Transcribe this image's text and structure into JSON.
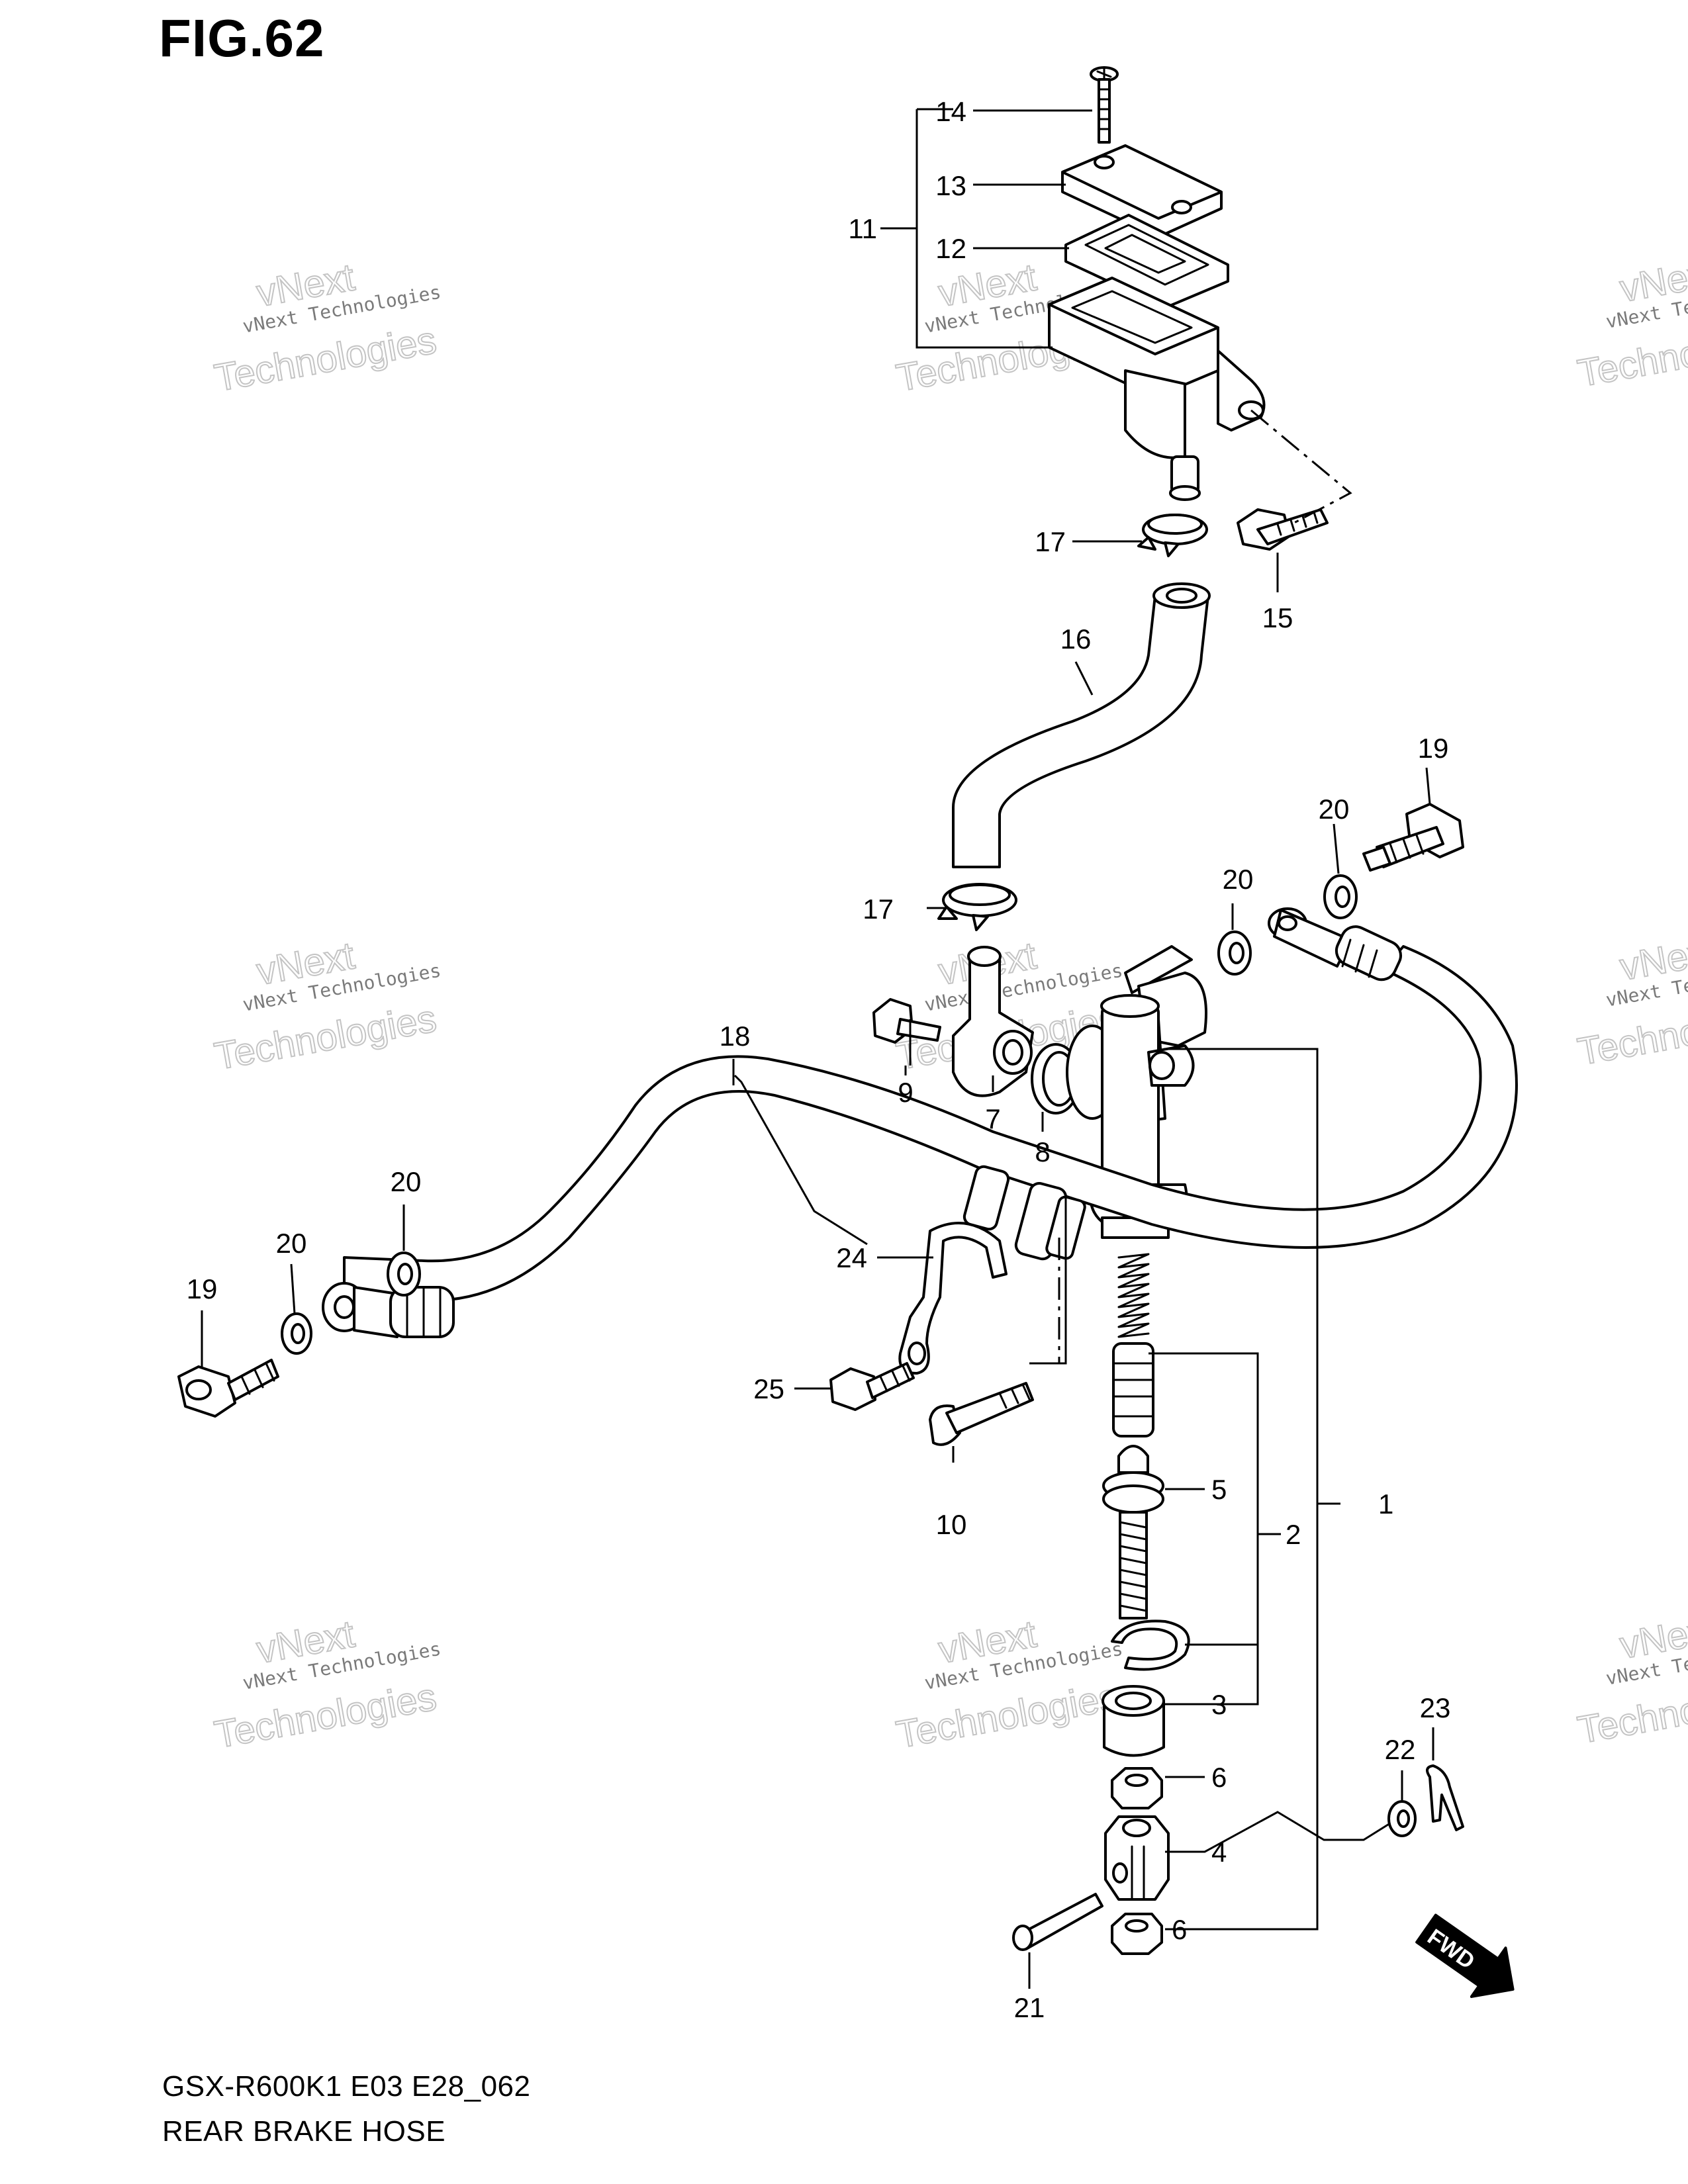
{
  "figure": {
    "title": "FIG.62",
    "model_code": "GSX-R600K1 E03 E28_062",
    "section_name": "REAR BRAKE  HOSE"
  },
  "watermark": {
    "line1": "vNext",
    "line2": "vNext Technologies",
    "line3": "Technologies"
  },
  "callouts": [
    {
      "number": "14"
    },
    {
      "number": "13"
    },
    {
      "number": "12"
    },
    {
      "number": "11"
    },
    {
      "number": "17"
    },
    {
      "number": "15"
    },
    {
      "number": "16"
    },
    {
      "number": "19"
    },
    {
      "number": "20"
    },
    {
      "number": "20"
    },
    {
      "number": "17"
    },
    {
      "number": "18"
    },
    {
      "number": "9"
    },
    {
      "number": "7"
    },
    {
      "number": "8"
    },
    {
      "number": "20"
    },
    {
      "number": "20"
    },
    {
      "number": "19"
    },
    {
      "number": "24"
    },
    {
      "number": "25"
    },
    {
      "number": "10"
    },
    {
      "number": "5"
    },
    {
      "number": "2"
    },
    {
      "number": "1"
    },
    {
      "number": "3"
    },
    {
      "number": "6"
    },
    {
      "number": "23"
    },
    {
      "number": "22"
    },
    {
      "number": "4"
    },
    {
      "number": "6"
    },
    {
      "number": "21"
    }
  ],
  "direction_marker": "FWD"
}
